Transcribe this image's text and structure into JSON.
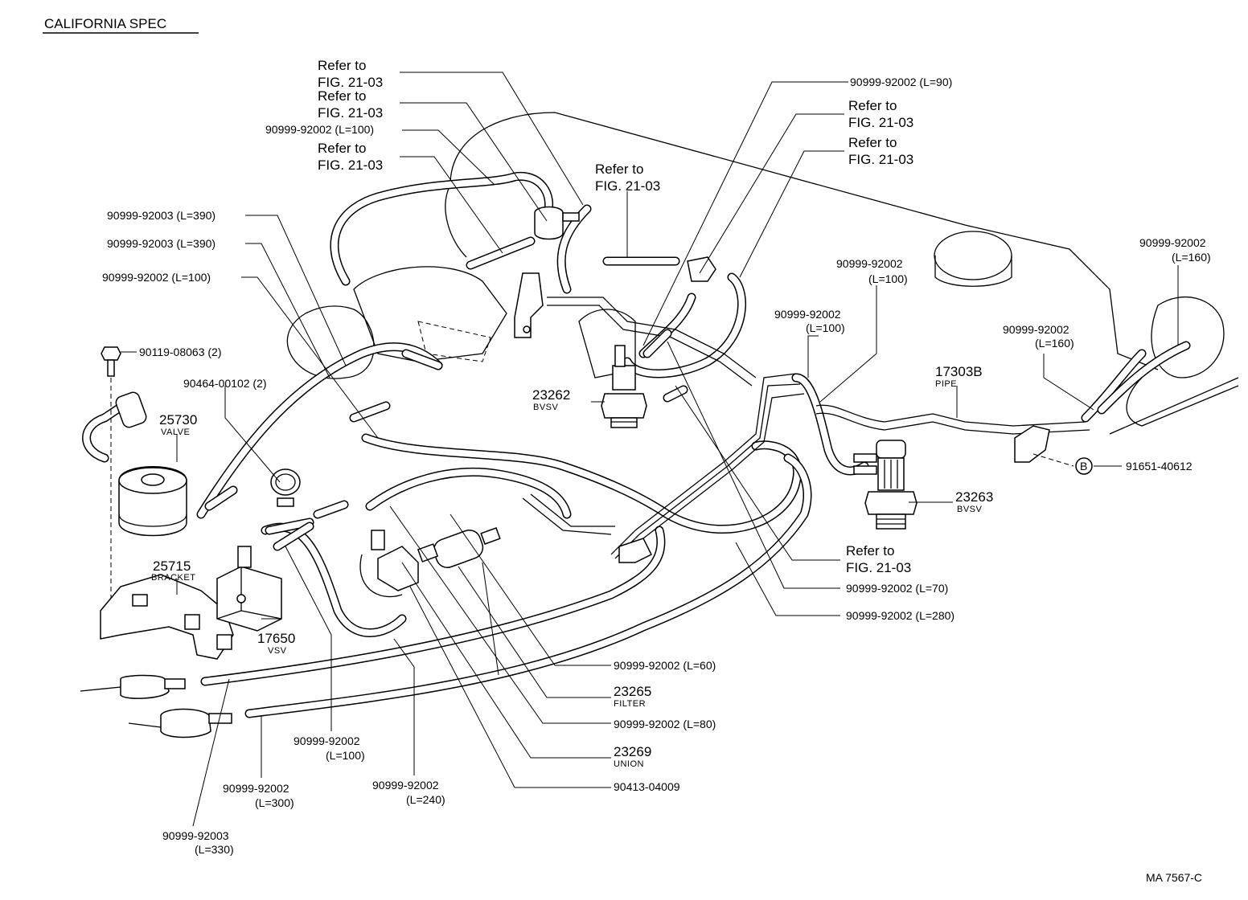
{
  "header": {
    "title": "CALIFORNIA SPEC"
  },
  "footer": {
    "code": "MA  7567-C"
  },
  "refer": {
    "line1": "Refer to",
    "line2": "FIG. 21-03"
  },
  "callouts": {
    "hose_l100_top": "90999-92002 (L=100)",
    "hose_l390_a": "90999-92003 (L=390)",
    "hose_l390_b": "90999-92003 (L=390)",
    "hose_l100_left": "90999-92002 (L=100)",
    "bolt": "90119-08063 (2)",
    "clamp": "90464-00102 (2)",
    "hose_l90": "90999-92002 (L=90)",
    "hose_l100_mid_a": "90999-92002",
    "hose_l100_mid_a_len": "(L=100)",
    "hose_l100_mid_b": "90999-92002",
    "hose_l100_mid_b_len": "(L=100)",
    "hose_l160_a": "90999-92002",
    "hose_l160_a_len": "(L=160)",
    "hose_l160_b": "90999-92002",
    "hose_l160_b_len": "(L=160)",
    "b_ref": "B",
    "b_part": "91651-40612",
    "hose_l70": "90999-92002 (L=70)",
    "hose_l280": "90999-92002 (L=280)",
    "hose_l60": "90999-92002 (L=60)",
    "hose_l80": "90999-92002 (L=80)",
    "clip": "90413-04009",
    "hose_l100_bot": "90999-92002",
    "hose_l100_bot_len": "(L=100)",
    "hose_l300": "90999-92002",
    "hose_l300_len": "(L=300)",
    "hose_l240": "90999-92002",
    "hose_l240_len": "(L=240)",
    "hose_l330": "90999-92003",
    "hose_l330_len": "(L=330)"
  },
  "parts": {
    "valve_no": "25730",
    "valve_name": "VALVE",
    "bracket_no": "25715",
    "bracket_name": "BRACKET",
    "vsv_no": "17650",
    "vsv_name": "VSV",
    "bvsv1_no": "23262",
    "bvsv1_name": "BVSV",
    "bvsv2_no": "23263",
    "bvsv2_name": "BVSV",
    "pipe_no": "17303B",
    "pipe_name": "PIPE",
    "filter_no": "23265",
    "filter_name": "FILTER",
    "union_no": "23269",
    "union_name": "UNION"
  }
}
